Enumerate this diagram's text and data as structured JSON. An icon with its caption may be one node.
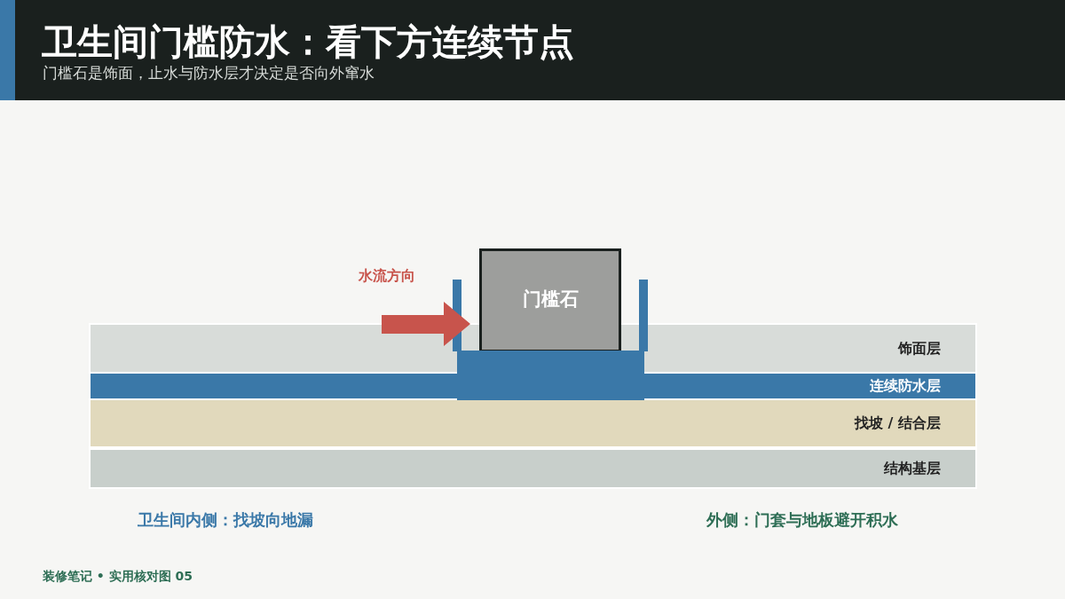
{
  "diagram": {
    "title": "卫生间门槛防水：看下方连续节点",
    "caption": "装修笔记 • 实用核对图 05",
    "nodes": [
      {
        "text": [
          "门槛石"
        ]
      },
      {
        "text": [
          "饰面层"
        ]
      },
      {
        "text": [
          "连续防水层"
        ]
      },
      {
        "text": [
          "找坡 / 结合层"
        ]
      },
      {
        "text": [
          "结构基层"
        ]
      }
    ],
    "labels": [
      "门槛石是饰面，止水与防水层才决定是否向外窜水",
      "水流方向",
      "卫生间内侧：找坡向地漏",
      "外侧：门套与地板避开积水"
    ]
  }
}
